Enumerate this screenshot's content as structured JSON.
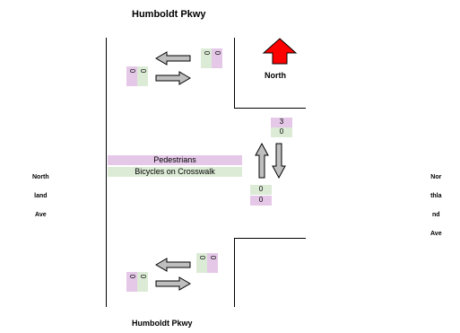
{
  "streets": {
    "north": "Humboldt Pkwy",
    "south": "Humboldt Pkwy",
    "west": "Northland Ave",
    "east": "Northland Ave"
  },
  "west_street_lines": [
    "North",
    "land",
    "Ave"
  ],
  "east_street_lines": [
    "Nor",
    "thla",
    "nd",
    "Ave"
  ],
  "north_arrow": {
    "label": "North",
    "color": "#ff0000"
  },
  "north_approach": {
    "left_count": "0",
    "right_count": "0",
    "bottom_left": "0",
    "bottom_right": "0"
  },
  "south_approach": {
    "top_left": "0",
    "top_right": "0",
    "bottom_left": "0",
    "bottom_right": "0"
  },
  "east_approach": {
    "in_top": "3",
    "in_bottom": "0",
    "out_top": "0",
    "out_bottom": "0"
  },
  "crosswalk": {
    "pedestrians_label": "Pedestrians",
    "bicycles_label": "Bicycles on Crosswalk"
  },
  "colors": {
    "arrow_fill": "#bfbfbf",
    "pedestrian_bar": "#e5c8e8",
    "bicycle_bar": "#dcebd6"
  }
}
